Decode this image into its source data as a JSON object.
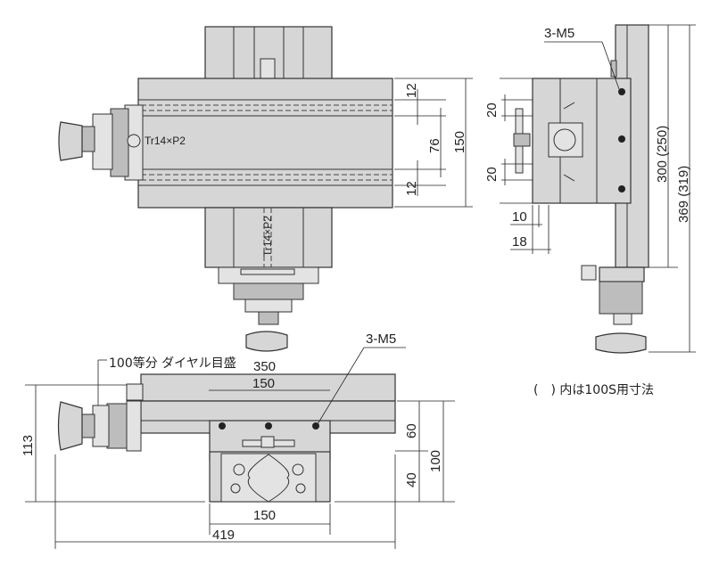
{
  "top_view": {
    "screw_label_horizontal": "Tr14×P2",
    "screw_label_vertical": "Tr14×P2",
    "dims": {
      "slot_top": "12",
      "slot_pitch": "76",
      "table_width": "150",
      "slot_bottom": "12"
    }
  },
  "side_view": {
    "tap_label": "3-M5",
    "dims": {
      "slot_upper": "20",
      "slot_lower": "20",
      "d10": "10",
      "d18": "18",
      "height_300": "300 (250)",
      "height_369": "369 (319)"
    }
  },
  "front_view": {
    "dial_note": "100等分 ダイヤル目盛",
    "tap_label": "3-M5",
    "dims": {
      "table_length": "350",
      "tap_pitch": "150",
      "total_height": "113",
      "d60": "60",
      "d100": "100",
      "d40": "40",
      "base_width": "150",
      "overall_length": "419"
    }
  },
  "note": "(　) 内は100S用寸法"
}
